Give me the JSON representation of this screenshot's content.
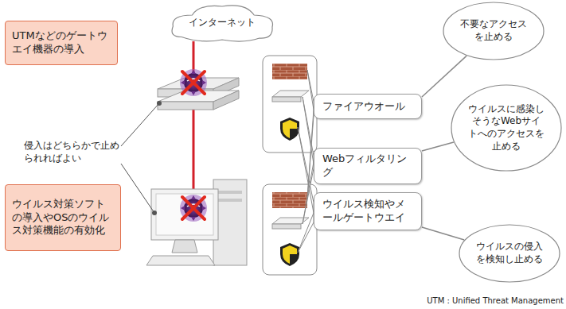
{
  "diagram": {
    "nodes": [
      {
        "text": [
          "インターネット"
        ]
      },
      {
        "text": [
          "不要なアクセスを止める"
        ]
      },
      {
        "text": [
          "UTMなどのゲートウエイ機器の導入"
        ]
      },
      {
        "text": [
          "ファイアウオール"
        ]
      },
      {
        "text": [
          "ウイルスに感染しそうなWebサイトへのアクセスを止める"
        ]
      },
      {
        "text": [
          "Webフィルタリング"
        ]
      },
      {
        "text": [
          "ウイルス対策ソフトの導入やOSのウイルス対策機能の有効化"
        ]
      },
      {
        "text": [
          "ウイルス検知やメールゲートウエイ"
        ]
      },
      {
        "text": [
          "ウイルスの侵入を検知し止める"
        ]
      }
    ],
    "edges": [
      {
        "from": 3,
        "to": 1,
        "arrow": "none"
      },
      {
        "from": 5,
        "to": 4,
        "arrow": "none"
      },
      {
        "from": 7,
        "to": 8,
        "arrow": "none"
      }
    ],
    "labels": [
      "侵入はどちらかで止められればよい",
      "UTM : Unified Threat Management"
    ]
  }
}
